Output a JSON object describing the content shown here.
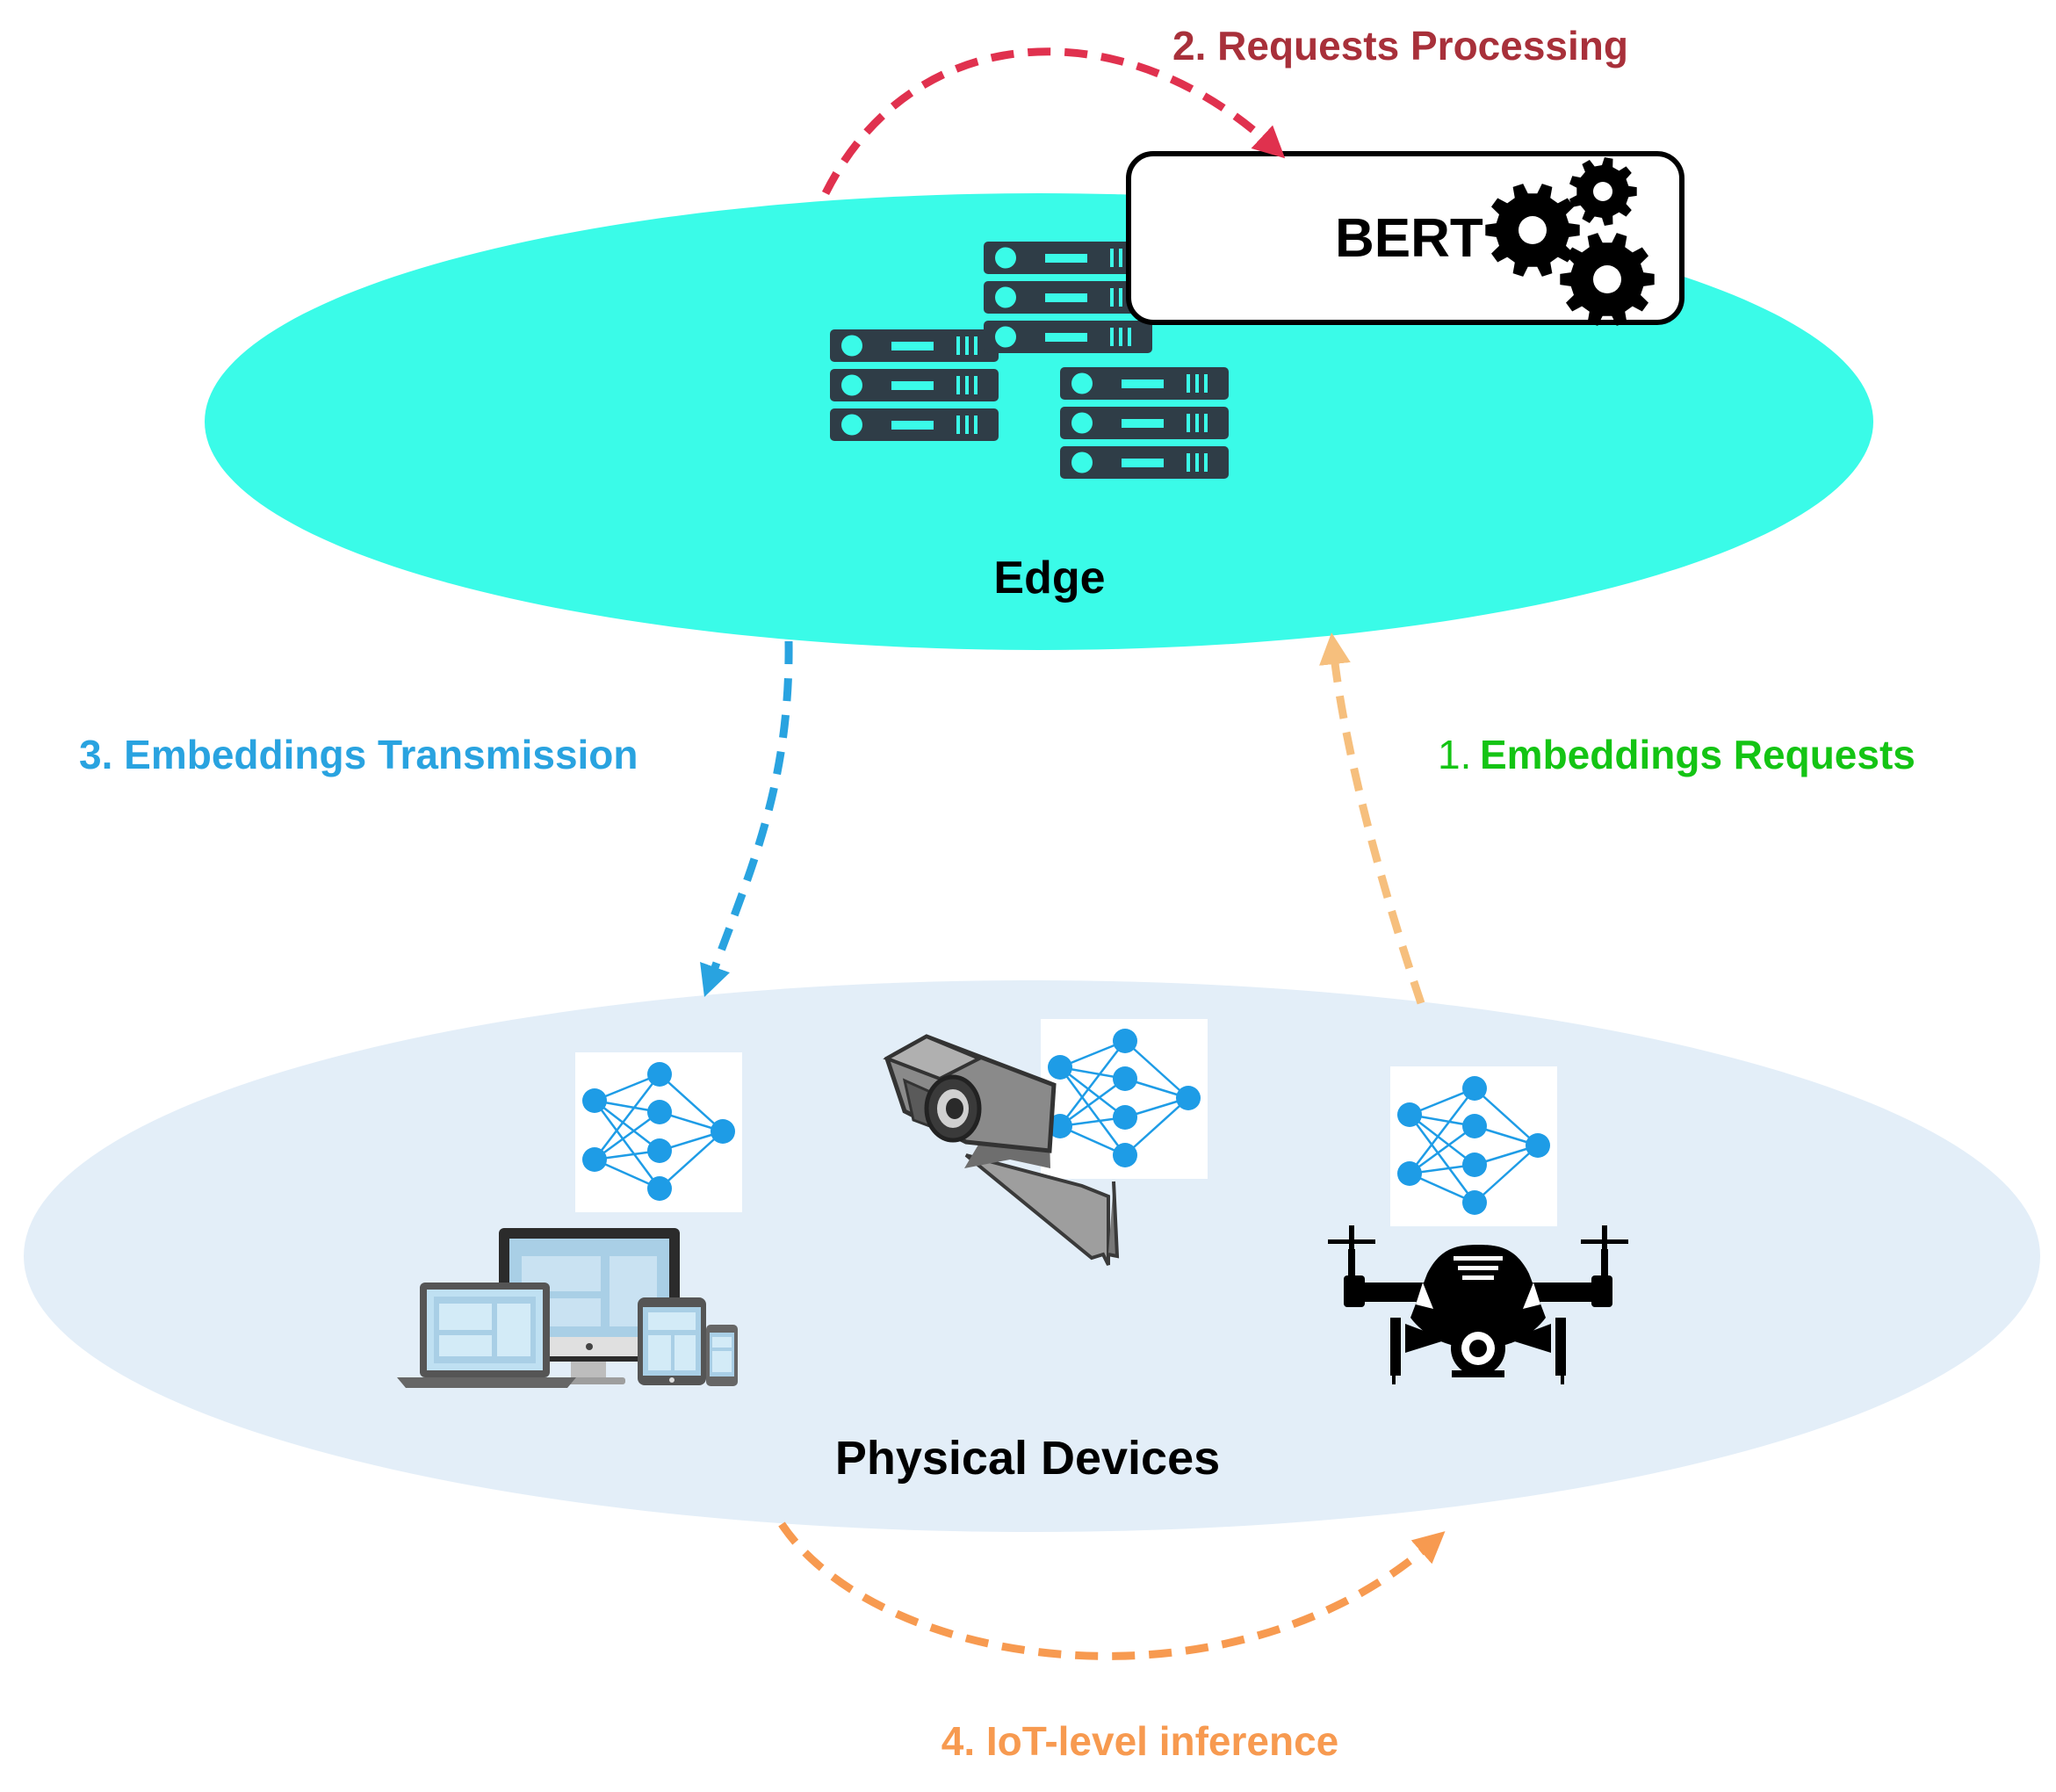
{
  "labels": {
    "edge": "Edge",
    "physical": "Physical Devices",
    "bert": "BERT",
    "step1_num": "1.",
    "step1_text": "Embeddings Requests",
    "step2": "2. Requests Processing",
    "step3": "3. Embeddings Transmission",
    "step4": "4. IoT-level inference"
  },
  "colors": {
    "edge_fill": "#3afbe8",
    "physical_fill": "#e3eef8",
    "step1_text": "#14c414",
    "step1_arrow": "#f6bf7d",
    "step2": "#e0314e",
    "step2_text": "#a8303a",
    "step3": "#29a3e0",
    "step4": "#f79a50",
    "server": "#2f3d47",
    "server_accent": "#3afbe8",
    "nn": "#1e9ce6"
  },
  "icons": [
    "server-rack-icon",
    "gears-icon",
    "neural-network-icon",
    "devices-icon",
    "security-camera-icon",
    "drone-icon"
  ]
}
